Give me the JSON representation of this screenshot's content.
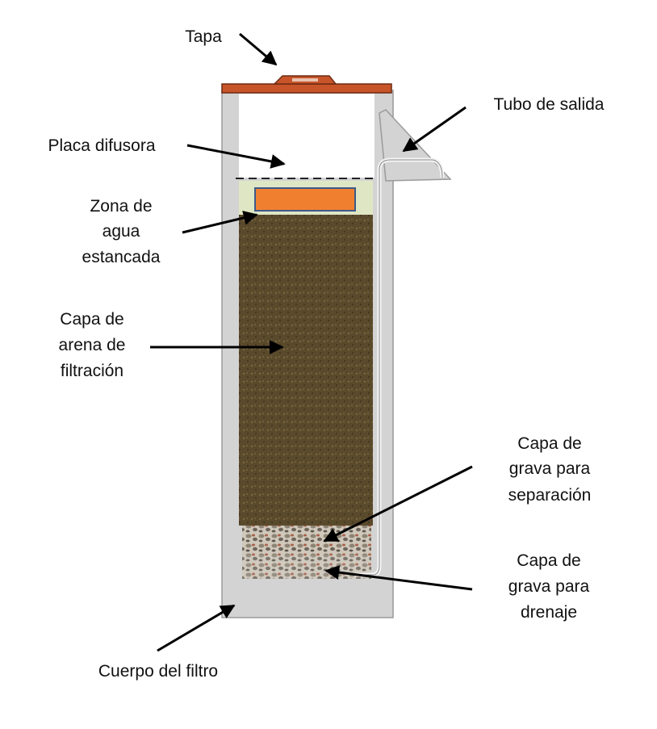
{
  "labels": {
    "tapa": "Tapa",
    "tubo": "Tubo de salida",
    "placa": "Placa difusora",
    "zona": [
      "Zona de",
      "agua",
      "estancada"
    ],
    "arena": [
      "Capa de",
      "arena de",
      "filtración"
    ],
    "grava_sep": [
      "Capa de",
      "grava para",
      "separación"
    ],
    "grava_dren": [
      "Capa de",
      "grava para",
      "drenaje"
    ],
    "cuerpo": "Cuerpo del filtro"
  },
  "colors": {
    "lid": "#c8552a",
    "concrete": "#d3d3d3",
    "sand": "#5a4a2c",
    "water": "#dfe6c4",
    "diffuser_plate": "#f08030",
    "gravel": "#b9b3a8",
    "arrow": "#000000"
  }
}
